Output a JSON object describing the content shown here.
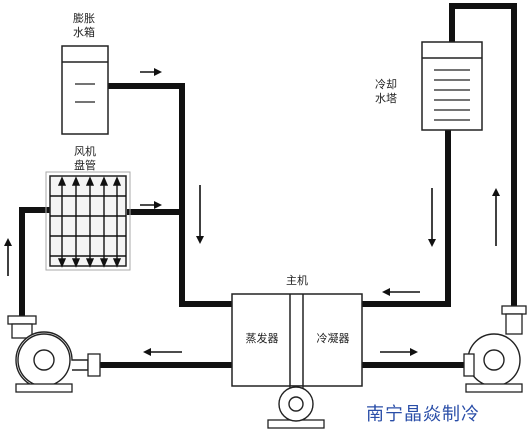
{
  "title": "主机",
  "labels": {
    "expansion_tank": "膨胀水箱",
    "fan_coil": "风机盘管",
    "cooling_tower": "冷却水塔",
    "main_unit": "主机",
    "evaporator": "蒸发器",
    "condenser": "冷凝器"
  },
  "watermark": "南宁晶焱制冷",
  "colors": {
    "pipe": "#111111",
    "outline": "#222222",
    "watermark": "#2a4ea8",
    "fill": "#ffffff",
    "box_fill": "#f4f4f4"
  },
  "icons": {
    "pump": "centrifugal-pump-icon",
    "arrow": "flow-arrow-icon"
  }
}
